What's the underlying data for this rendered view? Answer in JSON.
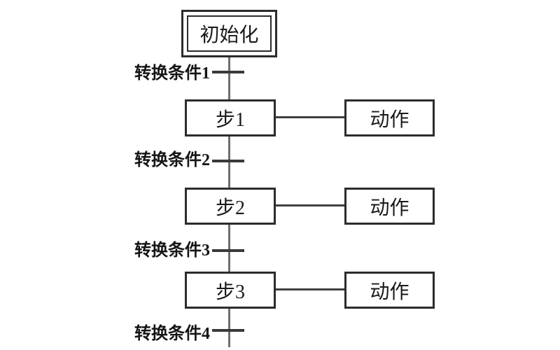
{
  "figure": {
    "type": "sfc-sequential-function-chart",
    "initial_step": "初始化",
    "rows": [
      {
        "step": "步1",
        "action": "动作"
      },
      {
        "step": "步2",
        "action": "动作"
      },
      {
        "step": "步3",
        "action": "动作"
      }
    ],
    "transitions": [
      "转换条件1",
      "转换条件2",
      "转换条件3",
      "转换条件4"
    ],
    "colors": {
      "background": "#ffffff",
      "box_border": "#2c2c2c",
      "spine_line": "#6f6f6f",
      "crossbar": "#3a3a3a",
      "text": "#1a1a1a"
    }
  }
}
